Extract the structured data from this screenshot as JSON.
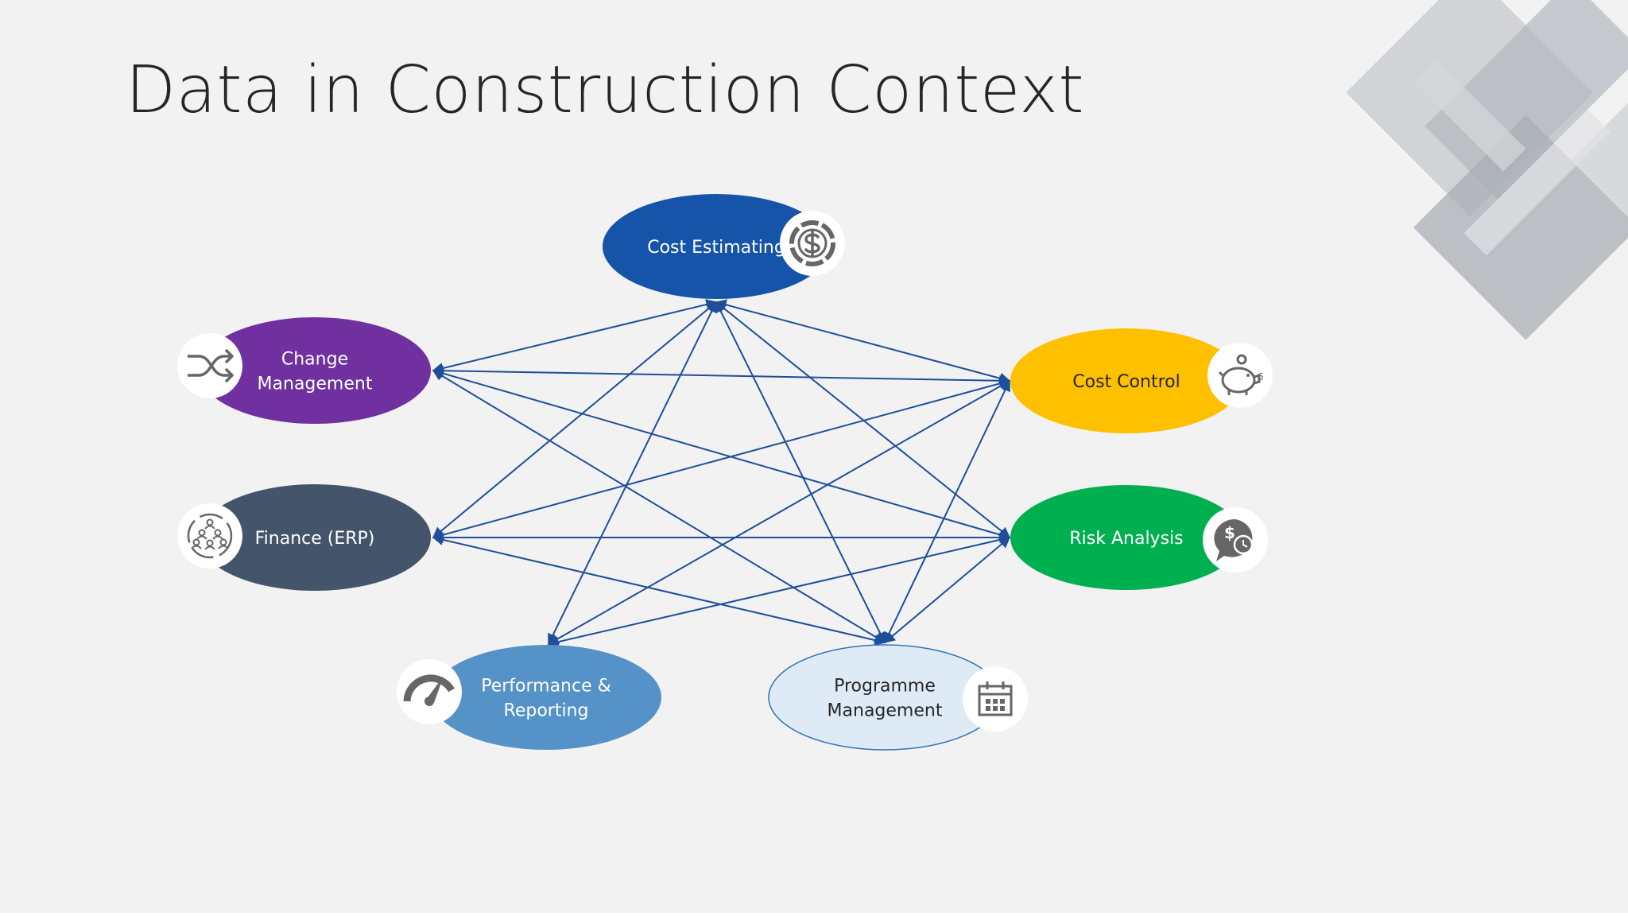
{
  "slide": {
    "title": "Data in Construction Context"
  },
  "diagram": {
    "nodes": [
      {
        "id": "cost-estimating",
        "lines": [
          "Cost Estimating"
        ],
        "fill": "#1554a8",
        "text_color": "#ffffff",
        "icon": "dollar-circle-icon"
      },
      {
        "id": "change-management",
        "lines": [
          "Change",
          "Management"
        ],
        "fill": "#7030a0",
        "text_color": "#ffffff",
        "icon": "shuffle-icon"
      },
      {
        "id": "cost-control",
        "lines": [
          "Cost Control"
        ],
        "fill": "#ffc000",
        "text_color": "#262626",
        "icon": "piggy-bank-icon"
      },
      {
        "id": "finance-erp",
        "lines": [
          "Finance (ERP)"
        ],
        "fill": "#44546a",
        "text_color": "#ffffff",
        "icon": "people-cycle-icon"
      },
      {
        "id": "risk-analysis",
        "lines": [
          "Risk Analysis"
        ],
        "fill": "#00b050",
        "text_color": "#ffffff",
        "icon": "money-clock-chat-icon"
      },
      {
        "id": "performance-reporting",
        "lines": [
          "Performance &",
          "Reporting"
        ],
        "fill": "#5592c7",
        "text_color": "#ffffff",
        "icon": "speedometer-icon"
      },
      {
        "id": "programme-management",
        "lines": [
          "Programme",
          "Management"
        ],
        "fill": "#deebf7",
        "text_color": "#262626",
        "icon": "calendar-icon"
      }
    ],
    "edge_color": "#1f4e9a",
    "edges": [
      [
        "cost-estimating",
        "change-management"
      ],
      [
        "cost-estimating",
        "cost-control"
      ],
      [
        "cost-estimating",
        "finance-erp"
      ],
      [
        "cost-estimating",
        "risk-analysis"
      ],
      [
        "cost-estimating",
        "performance-reporting"
      ],
      [
        "cost-estimating",
        "programme-management"
      ],
      [
        "change-management",
        "cost-control"
      ],
      [
        "change-management",
        "risk-analysis"
      ],
      [
        "change-management",
        "programme-management"
      ],
      [
        "finance-erp",
        "cost-control"
      ],
      [
        "finance-erp",
        "risk-analysis"
      ],
      [
        "finance-erp",
        "programme-management"
      ],
      [
        "performance-reporting",
        "cost-control"
      ],
      [
        "performance-reporting",
        "risk-analysis"
      ],
      [
        "programme-management",
        "cost-control"
      ],
      [
        "programme-management",
        "risk-analysis"
      ]
    ]
  }
}
